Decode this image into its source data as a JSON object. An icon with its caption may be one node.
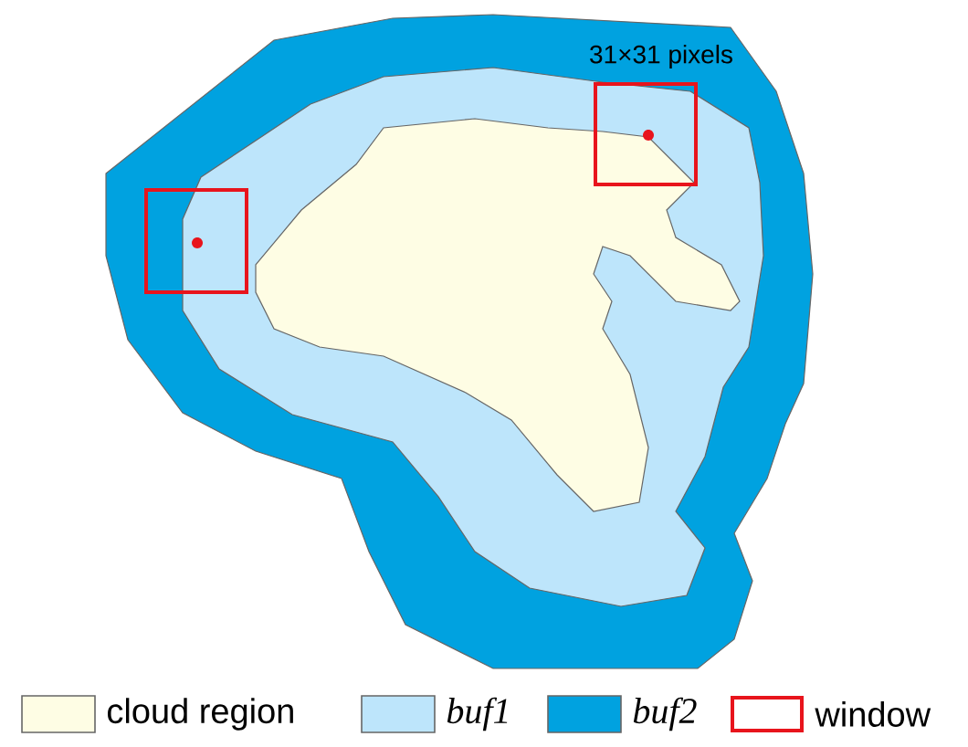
{
  "diagram": {
    "labels": [
      "31×31 pixels"
    ],
    "legend": [
      {
        "text": "cloud region",
        "color": "#fefde4"
      },
      {
        "text": "buf1",
        "color": "#bde5fb"
      },
      {
        "text": "buf2",
        "color": "#00a2e0"
      },
      {
        "text": "window"
      }
    ]
  }
}
